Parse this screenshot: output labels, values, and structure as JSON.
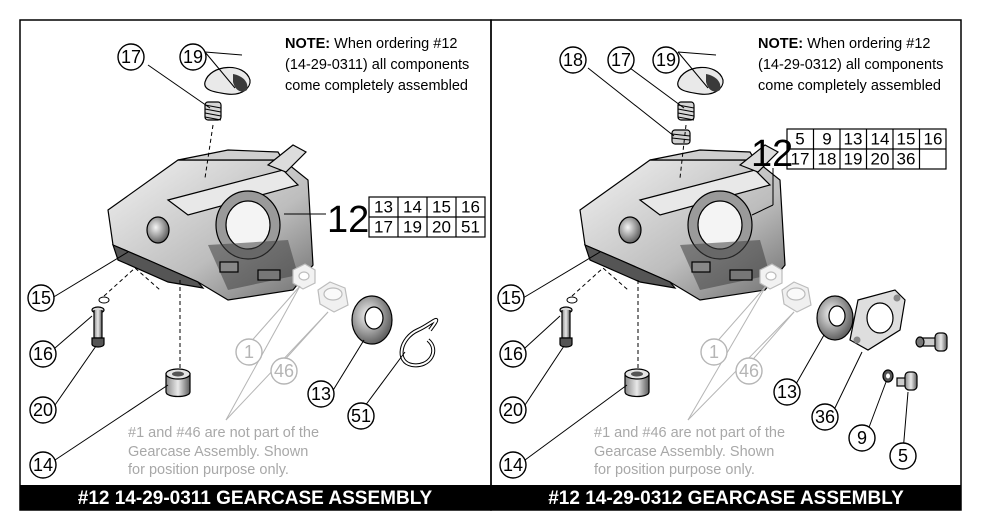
{
  "panels": [
    {
      "title": "#12   14-29-0311 GEARCASE ASSEMBLY",
      "note_bold": "NOTE:",
      "note_lines": [
        " When ordering #12",
        "(14-29-0311) all components",
        "come completely assembled"
      ],
      "gray_note": [
        "#1 and #46 are not part of the",
        "Gearcase Assembly. Shown",
        "for position purpose only."
      ],
      "table": {
        "big": "12",
        "row1": [
          "13",
          "14",
          "15",
          "16"
        ],
        "row2": [
          "17",
          "19",
          "20",
          "51"
        ]
      },
      "callouts": [
        "17",
        "19",
        "15",
        "16",
        "20",
        "14",
        "1",
        "46",
        "13",
        "51"
      ]
    },
    {
      "title": "#12   14-29-0312 GEARCASE ASSEMBLY",
      "note_bold": "NOTE:",
      "note_lines": [
        " When ordering #12",
        "(14-29-0312) all components",
        "come completely assembled"
      ],
      "gray_note": [
        "#1 and #46 are not part of the",
        "Gearcase Assembly. Shown",
        "for position purpose only."
      ],
      "table": {
        "big": "12",
        "row1": [
          "5",
          "9",
          "13",
          "14",
          "15",
          "16"
        ],
        "row2": [
          "17",
          "18",
          "19",
          "20",
          "36",
          ""
        ]
      },
      "callouts": [
        "18",
        "17",
        "19",
        "15",
        "16",
        "20",
        "14",
        "1",
        "46",
        "13",
        "36",
        "9",
        "5"
      ]
    }
  ]
}
